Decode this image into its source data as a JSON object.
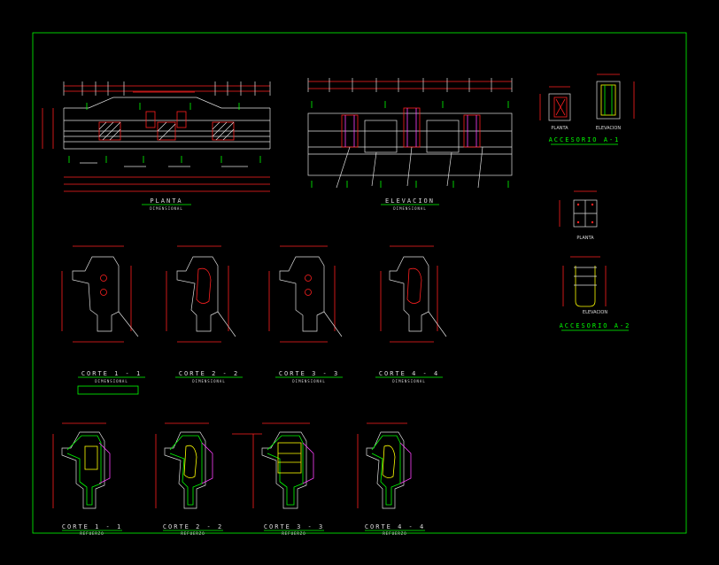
{
  "views": {
    "planta": {
      "title": "PLANTA",
      "sub": "DIMENSIONAL"
    },
    "elevacion": {
      "title": "ELEVACION",
      "sub": "DIMENSIONAL"
    },
    "accesorio_a1": {
      "title": "ACCESORIO A-1",
      "planta": "PLANTA",
      "elevacion": "ELEVACION"
    },
    "accesorio_a2": {
      "title": "ACCESORIO A-2",
      "planta": "PLANTA",
      "elevacion": "ELEVACION"
    },
    "cortes_dim": [
      {
        "title": "CORTE 1 - 1",
        "sub": "DIMENSIONAL"
      },
      {
        "title": "CORTE 2 - 2",
        "sub": "DIMENSIONAL"
      },
      {
        "title": "CORTE 3 - 3",
        "sub": "DIMENSIONAL"
      },
      {
        "title": "CORTE 4 - 4",
        "sub": "DIMENSIONAL"
      }
    ],
    "cortes_ref": [
      {
        "title": "CORTE 1 - 1",
        "sub": "REFUERZO"
      },
      {
        "title": "CORTE 2 - 2",
        "sub": "REFUERZO"
      },
      {
        "title": "CORTE 3 - 3",
        "sub": "REFUERZO"
      },
      {
        "title": "CORTE 4 - 4",
        "sub": "REFUERZO"
      }
    ]
  },
  "colors": {
    "frame": "#00ff00",
    "dims": "#ff2020",
    "outline": "#e0e0e0",
    "rebar": "#ffff00"
  }
}
